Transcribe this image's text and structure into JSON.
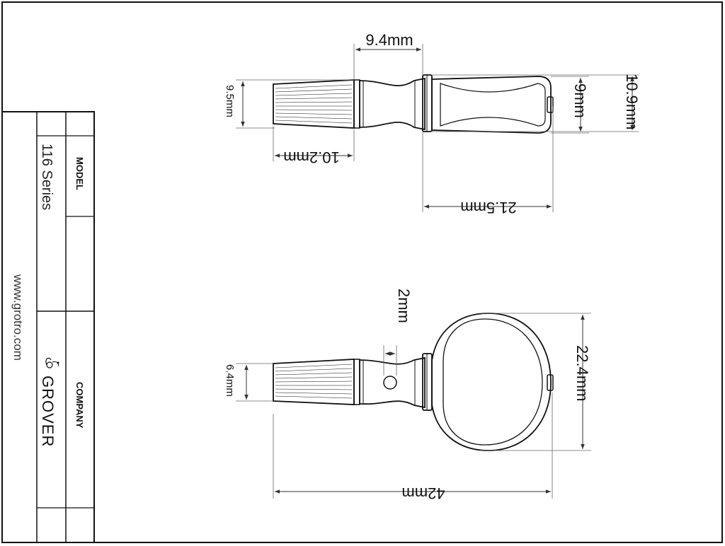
{
  "title_block": {
    "model_label": "MODEL",
    "model_value": "116 Series",
    "company_label": "COMPANY",
    "company_value": "GROVER",
    "website": "www.grotro.com"
  },
  "side_view": {
    "dim_top": "9.4mm",
    "dim_left": "9.5mm",
    "dim_bottom_left": "10.2mm",
    "dim_right_inner": "9mm",
    "dim_right_outer": "10.9mm",
    "dim_bottom": "21.5mm"
  },
  "front_view": {
    "dim_hole": "2mm",
    "dim_left": "6.4mm",
    "dim_right": "22.4mm",
    "dim_bottom": "42mm"
  },
  "colors": {
    "line": "#111111",
    "background": "#ffffff"
  }
}
